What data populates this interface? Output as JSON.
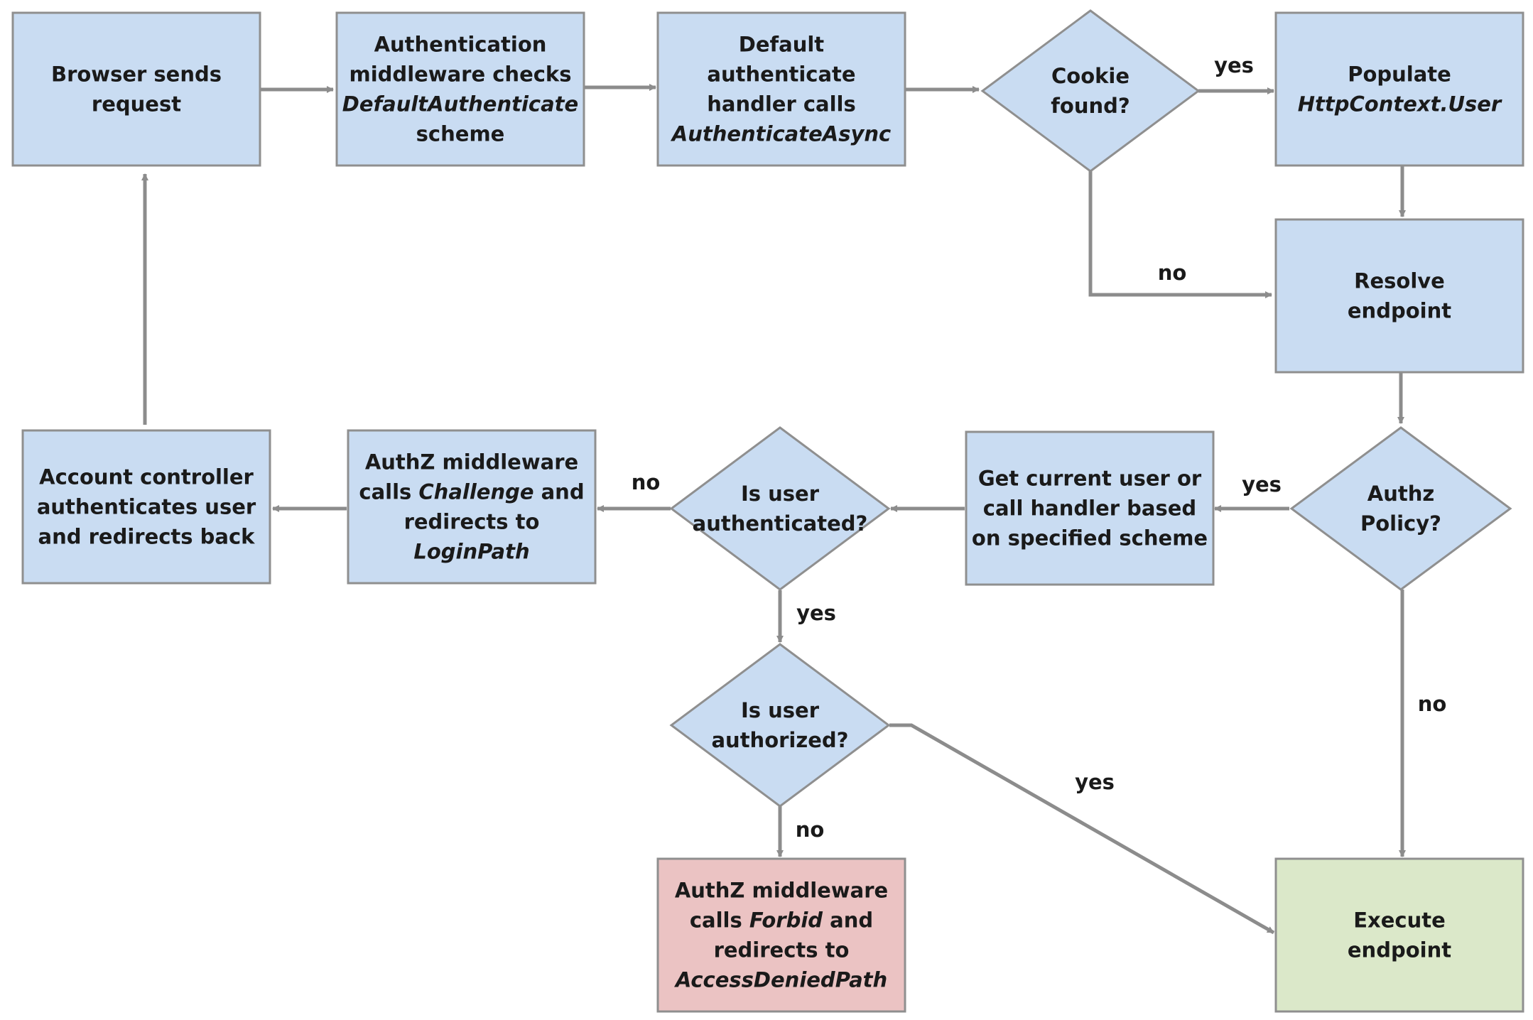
{
  "colors": {
    "box_fill": "#c9dcf2",
    "box_stroke": "#8f8f8f",
    "forbid_fill": "#ebc3c3",
    "execute_fill": "#dbe8c9",
    "arrow": "#8c8c8c",
    "text": "#1a1a1a"
  },
  "nodes": [
    {
      "id": "browser-sends-request",
      "shape": "rect",
      "lines": [
        [
          "Browser sends"
        ],
        [
          "request"
        ]
      ]
    },
    {
      "id": "authn-middleware-checks",
      "shape": "rect",
      "lines": [
        [
          "Authentication"
        ],
        [
          "middleware checks"
        ],
        [
          {
            "t": "DefaultAuthenticate",
            "i": true
          }
        ],
        [
          "scheme"
        ]
      ]
    },
    {
      "id": "default-authenticate-handler",
      "shape": "rect",
      "lines": [
        [
          "Default"
        ],
        [
          "authenticate"
        ],
        [
          "handler calls"
        ],
        [
          {
            "t": "AuthenticateAsync",
            "i": true
          }
        ]
      ]
    },
    {
      "id": "cookie-found-decision",
      "shape": "diamond",
      "lines": [
        [
          "Cookie"
        ],
        [
          "found?"
        ]
      ]
    },
    {
      "id": "populate-httpcontext-user",
      "shape": "rect",
      "lines": [
        [
          "Populate"
        ],
        [
          {
            "t": "HttpContext.User",
            "i": true
          }
        ]
      ]
    },
    {
      "id": "resolve-endpoint",
      "shape": "rect",
      "lines": [
        [
          "Resolve"
        ],
        [
          "endpoint"
        ]
      ]
    },
    {
      "id": "authz-policy-decision",
      "shape": "diamond",
      "lines": [
        [
          "Authz"
        ],
        [
          "Policy?"
        ]
      ]
    },
    {
      "id": "get-current-user",
      "shape": "rect",
      "lines": [
        [
          "Get current user or"
        ],
        [
          "call handler based"
        ],
        [
          "on specified scheme"
        ]
      ]
    },
    {
      "id": "is-user-authenticated-decision",
      "shape": "diamond",
      "lines": [
        [
          "Is user"
        ],
        [
          "authenticated?"
        ]
      ]
    },
    {
      "id": "authz-middleware-challenge",
      "shape": "rect",
      "lines": [
        [
          "AuthZ middleware"
        ],
        [
          "calls ",
          {
            "t": "Challenge",
            "i": true
          },
          " and"
        ],
        [
          "redirects to"
        ],
        [
          {
            "t": "LoginPath",
            "i": true
          }
        ]
      ]
    },
    {
      "id": "account-controller-authenticates",
      "shape": "rect",
      "lines": [
        [
          "Account controller"
        ],
        [
          "authenticates user"
        ],
        [
          "and redirects back"
        ]
      ]
    },
    {
      "id": "is-user-authorized-decision",
      "shape": "diamond",
      "lines": [
        [
          "Is user"
        ],
        [
          "authorized?"
        ]
      ]
    },
    {
      "id": "authz-middleware-forbid",
      "shape": "rect",
      "lines": [
        [
          "AuthZ middleware"
        ],
        [
          "calls ",
          {
            "t": "Forbid",
            "i": true
          },
          " and"
        ],
        [
          "redirects to"
        ],
        [
          {
            "t": "AccessDeniedPath",
            "i": true
          }
        ]
      ]
    },
    {
      "id": "execute-endpoint",
      "shape": "rect",
      "lines": [
        [
          "Execute"
        ],
        [
          "endpoint"
        ]
      ]
    }
  ],
  "edge_labels": {
    "cookie_yes": "yes",
    "cookie_no": "no",
    "policy_yes": "yes",
    "policy_no": "no",
    "authenticated_no": "no",
    "authenticated_yes": "yes",
    "authorized_yes": "yes",
    "authorized_no": "no"
  }
}
